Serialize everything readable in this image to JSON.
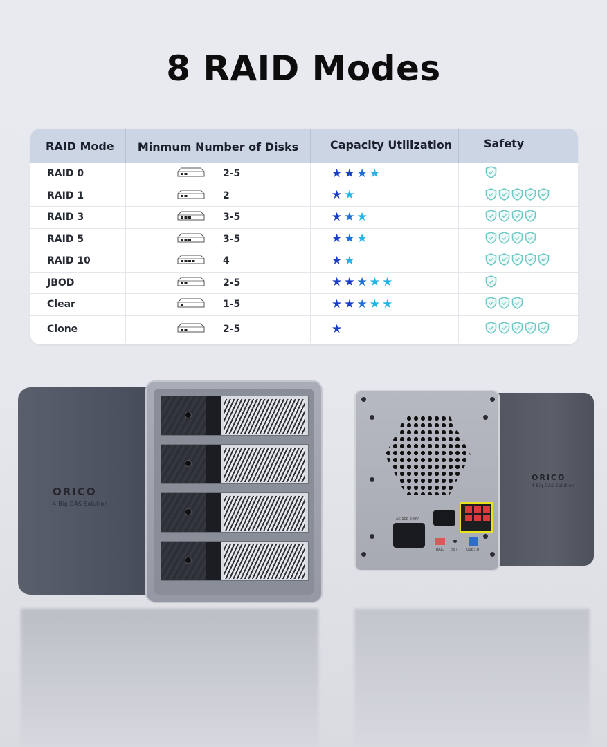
{
  "title": "8 RAID Modes",
  "table": {
    "headers": [
      "RAID Mode",
      "Minmum Number of Disks",
      "Capacity Utilization",
      "Safety"
    ],
    "rows": [
      {
        "mode": "RAID 0",
        "disk_slots": 2,
        "disks": "2-5",
        "stars": 4,
        "shields": 1
      },
      {
        "mode": "RAID 1",
        "disk_slots": 2,
        "disks": "2",
        "stars": 2,
        "shields": 5
      },
      {
        "mode": "RAID 3",
        "disk_slots": 3,
        "disks": "3-5",
        "stars": 3,
        "shields": 4
      },
      {
        "mode": "RAID 5",
        "disk_slots": 3,
        "disks": "3-5",
        "stars": 3,
        "shields": 4
      },
      {
        "mode": "RAID 10",
        "disk_slots": 4,
        "disks": "4",
        "stars": 2,
        "shields": 5
      },
      {
        "mode": "JBOD",
        "disk_slots": 2,
        "disks": "2-5",
        "stars": 5,
        "shields": 1
      },
      {
        "mode": "Clear",
        "disk_slots": 1,
        "disks": "1-5",
        "stars": 5,
        "shields": 3
      },
      {
        "mode": "Clone",
        "disk_slots": 2,
        "disks": "2-5",
        "stars": 1,
        "shields": 5
      }
    ]
  },
  "colors": {
    "header_bg": "#ccd5e3",
    "star_dark": "#1a3ec8",
    "star_mid": "#1f6fd6",
    "star_light": "#22b5e6",
    "shield": "#6cc9c4"
  },
  "product": {
    "brand": "ORICO",
    "tagline": "4 Big DAS Solution",
    "back_labels": {
      "power": "AC 100-240V",
      "raid": "RAID",
      "set": "SET",
      "usb": "USB3.0"
    }
  }
}
